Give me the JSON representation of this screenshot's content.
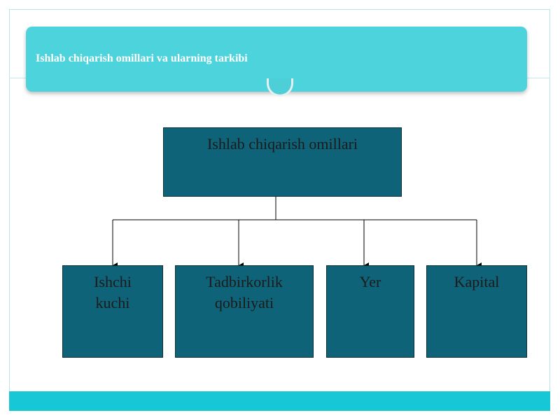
{
  "slide": {
    "title": "Ishlab chiqarish omillari va ularning tarkibi",
    "colors": {
      "banner": "#4cd3db",
      "box_fill": "#0f6378",
      "bottom_bar": "#17c7d6",
      "line": "#000000"
    }
  },
  "diagram": {
    "root": {
      "label": "Ishlab chiqarish omillari"
    },
    "children": [
      {
        "line1": "Ishchi",
        "line2": "kuchi"
      },
      {
        "line1": "Tadbirkorlik",
        "line2": "qobiliyati"
      },
      {
        "line1": "Yer",
        "line2": ""
      },
      {
        "line1": "Kapital",
        "line2": ""
      }
    ]
  }
}
